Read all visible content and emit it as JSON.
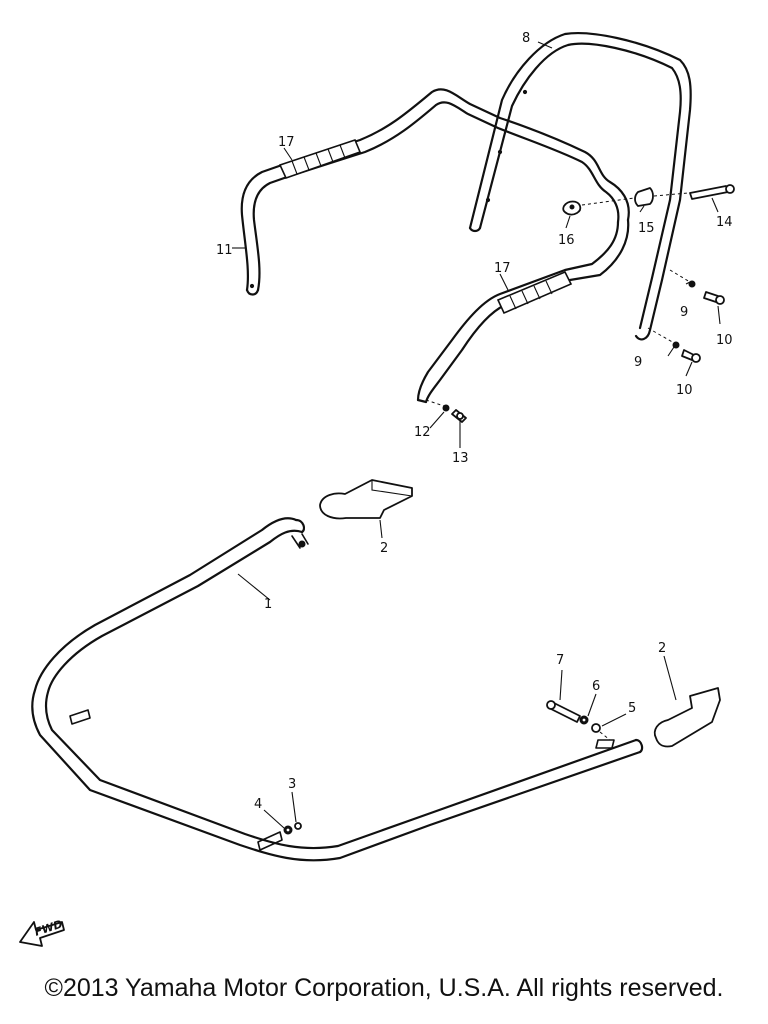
{
  "diagram": {
    "callouts": {
      "p1": "1",
      "p2a": "2",
      "p2b": "2",
      "p3": "3",
      "p4": "4",
      "p5": "5",
      "p6": "6",
      "p7": "7",
      "p8": "8",
      "p9a": "9",
      "p9b": "9",
      "p10a": "10",
      "p10b": "10",
      "p11": "11",
      "p12": "12",
      "p13": "13",
      "p14": "14",
      "p15": "15",
      "p16": "16",
      "p17a": "17",
      "p17b": "17"
    },
    "fwd_label": "FWD"
  },
  "footer": {
    "copyright": "©2013 Yamaha Motor Corporation, U.S.A. All rights reserved."
  }
}
